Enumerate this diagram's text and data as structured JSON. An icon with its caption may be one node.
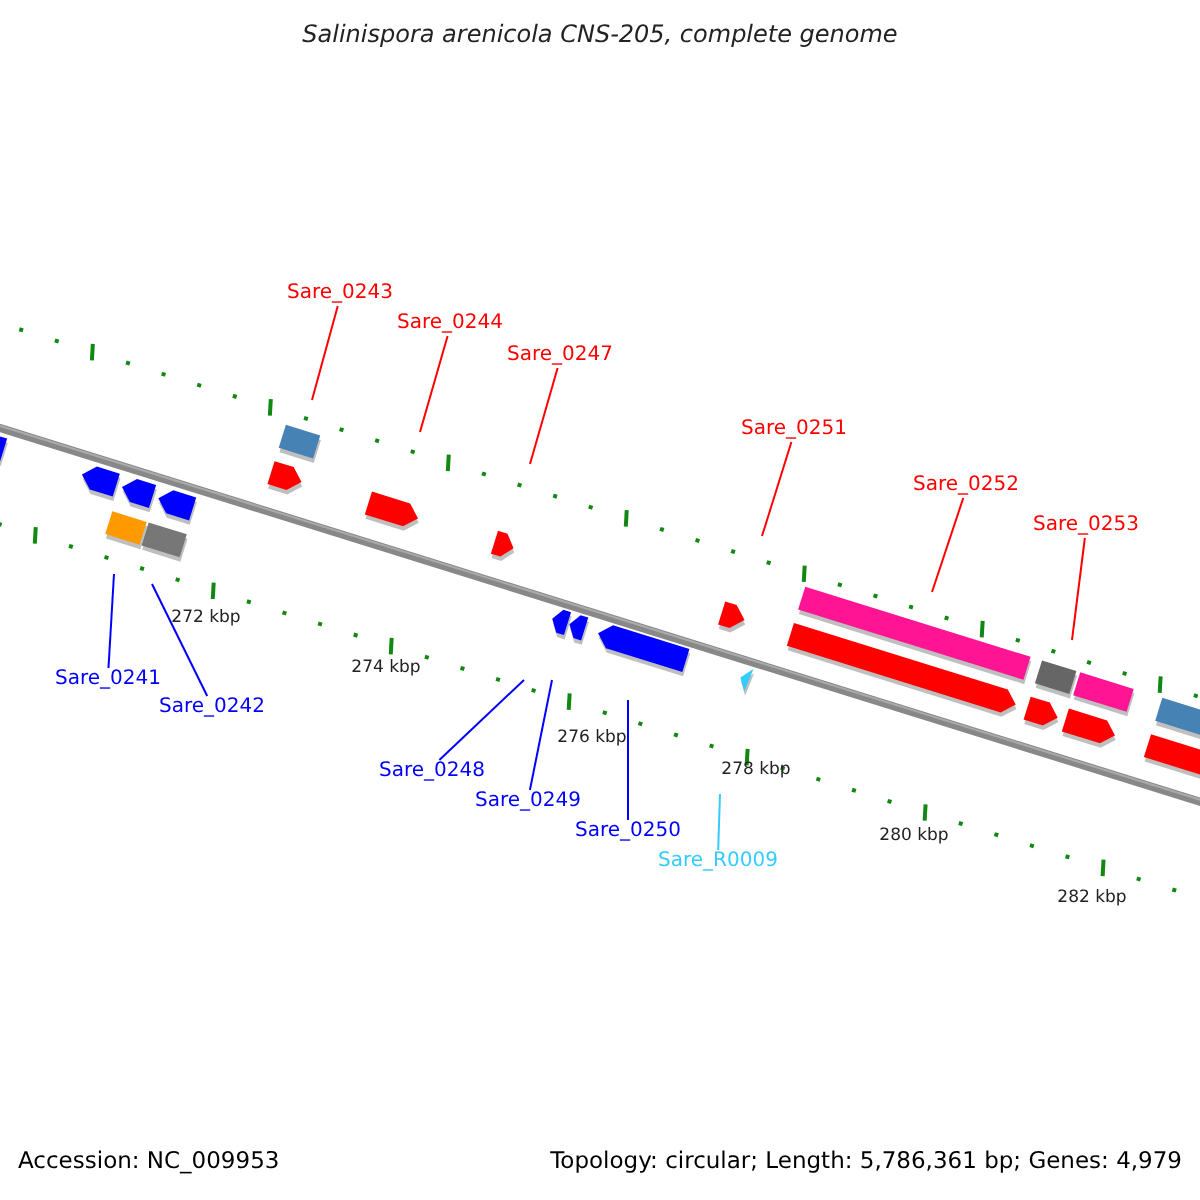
{
  "diagram": {
    "title": "Salinispora arenicola CNS-205, complete genome",
    "nodes": [
      {
        "text": [
          "Sare_0243"
        ]
      },
      {
        "text": [
          "Sare_0244"
        ]
      },
      {
        "text": [
          "Sare_0247"
        ]
      },
      {
        "text": [
          "Sare_0251"
        ]
      },
      {
        "text": [
          "Sare_0252"
        ]
      },
      {
        "text": [
          "Sare_0253"
        ]
      },
      {
        "text": [
          "Sare_0241"
        ]
      },
      {
        "text": [
          "Sare_0242"
        ]
      },
      {
        "text": [
          "Sare_0248"
        ]
      },
      {
        "text": [
          "Sare_0249"
        ]
      },
      {
        "text": [
          "Sare_0250"
        ]
      },
      {
        "text": [
          "Sare_R0009"
        ]
      }
    ],
    "edges": [
      {
        "from": 0,
        "to": null,
        "arrow": "none"
      },
      {
        "from": 1,
        "to": null,
        "arrow": "none"
      },
      {
        "from": 2,
        "to": null,
        "arrow": "none"
      },
      {
        "from": 3,
        "to": null,
        "arrow": "none"
      },
      {
        "from": 4,
        "to": null,
        "arrow": "none"
      },
      {
        "from": 5,
        "to": null,
        "arrow": "none"
      },
      {
        "from": 6,
        "to": null,
        "arrow": "none",
        "color": "#0000ff"
      },
      {
        "from": 7,
        "to": null,
        "arrow": "none",
        "color": "#0000ff"
      },
      {
        "from": 8,
        "to": null,
        "arrow": "none",
        "color": "#0000ff"
      },
      {
        "from": 9,
        "to": null,
        "arrow": "none",
        "color": "#0000ff"
      },
      {
        "from": 10,
        "to": null,
        "arrow": "none",
        "color": "#0000ff"
      },
      {
        "from": 11,
        "to": null,
        "arrow": "none",
        "color": "#33ccff"
      }
    ],
    "labels": [
      "272 kbp",
      "274 kbp",
      "276 kbp",
      "278 kbp",
      "280 kbp",
      "282 kbp",
      "Accession: NC_009953",
      "Topology: circular; Length: 5,786,361 bp; Genes: 4,979"
    ]
  }
}
